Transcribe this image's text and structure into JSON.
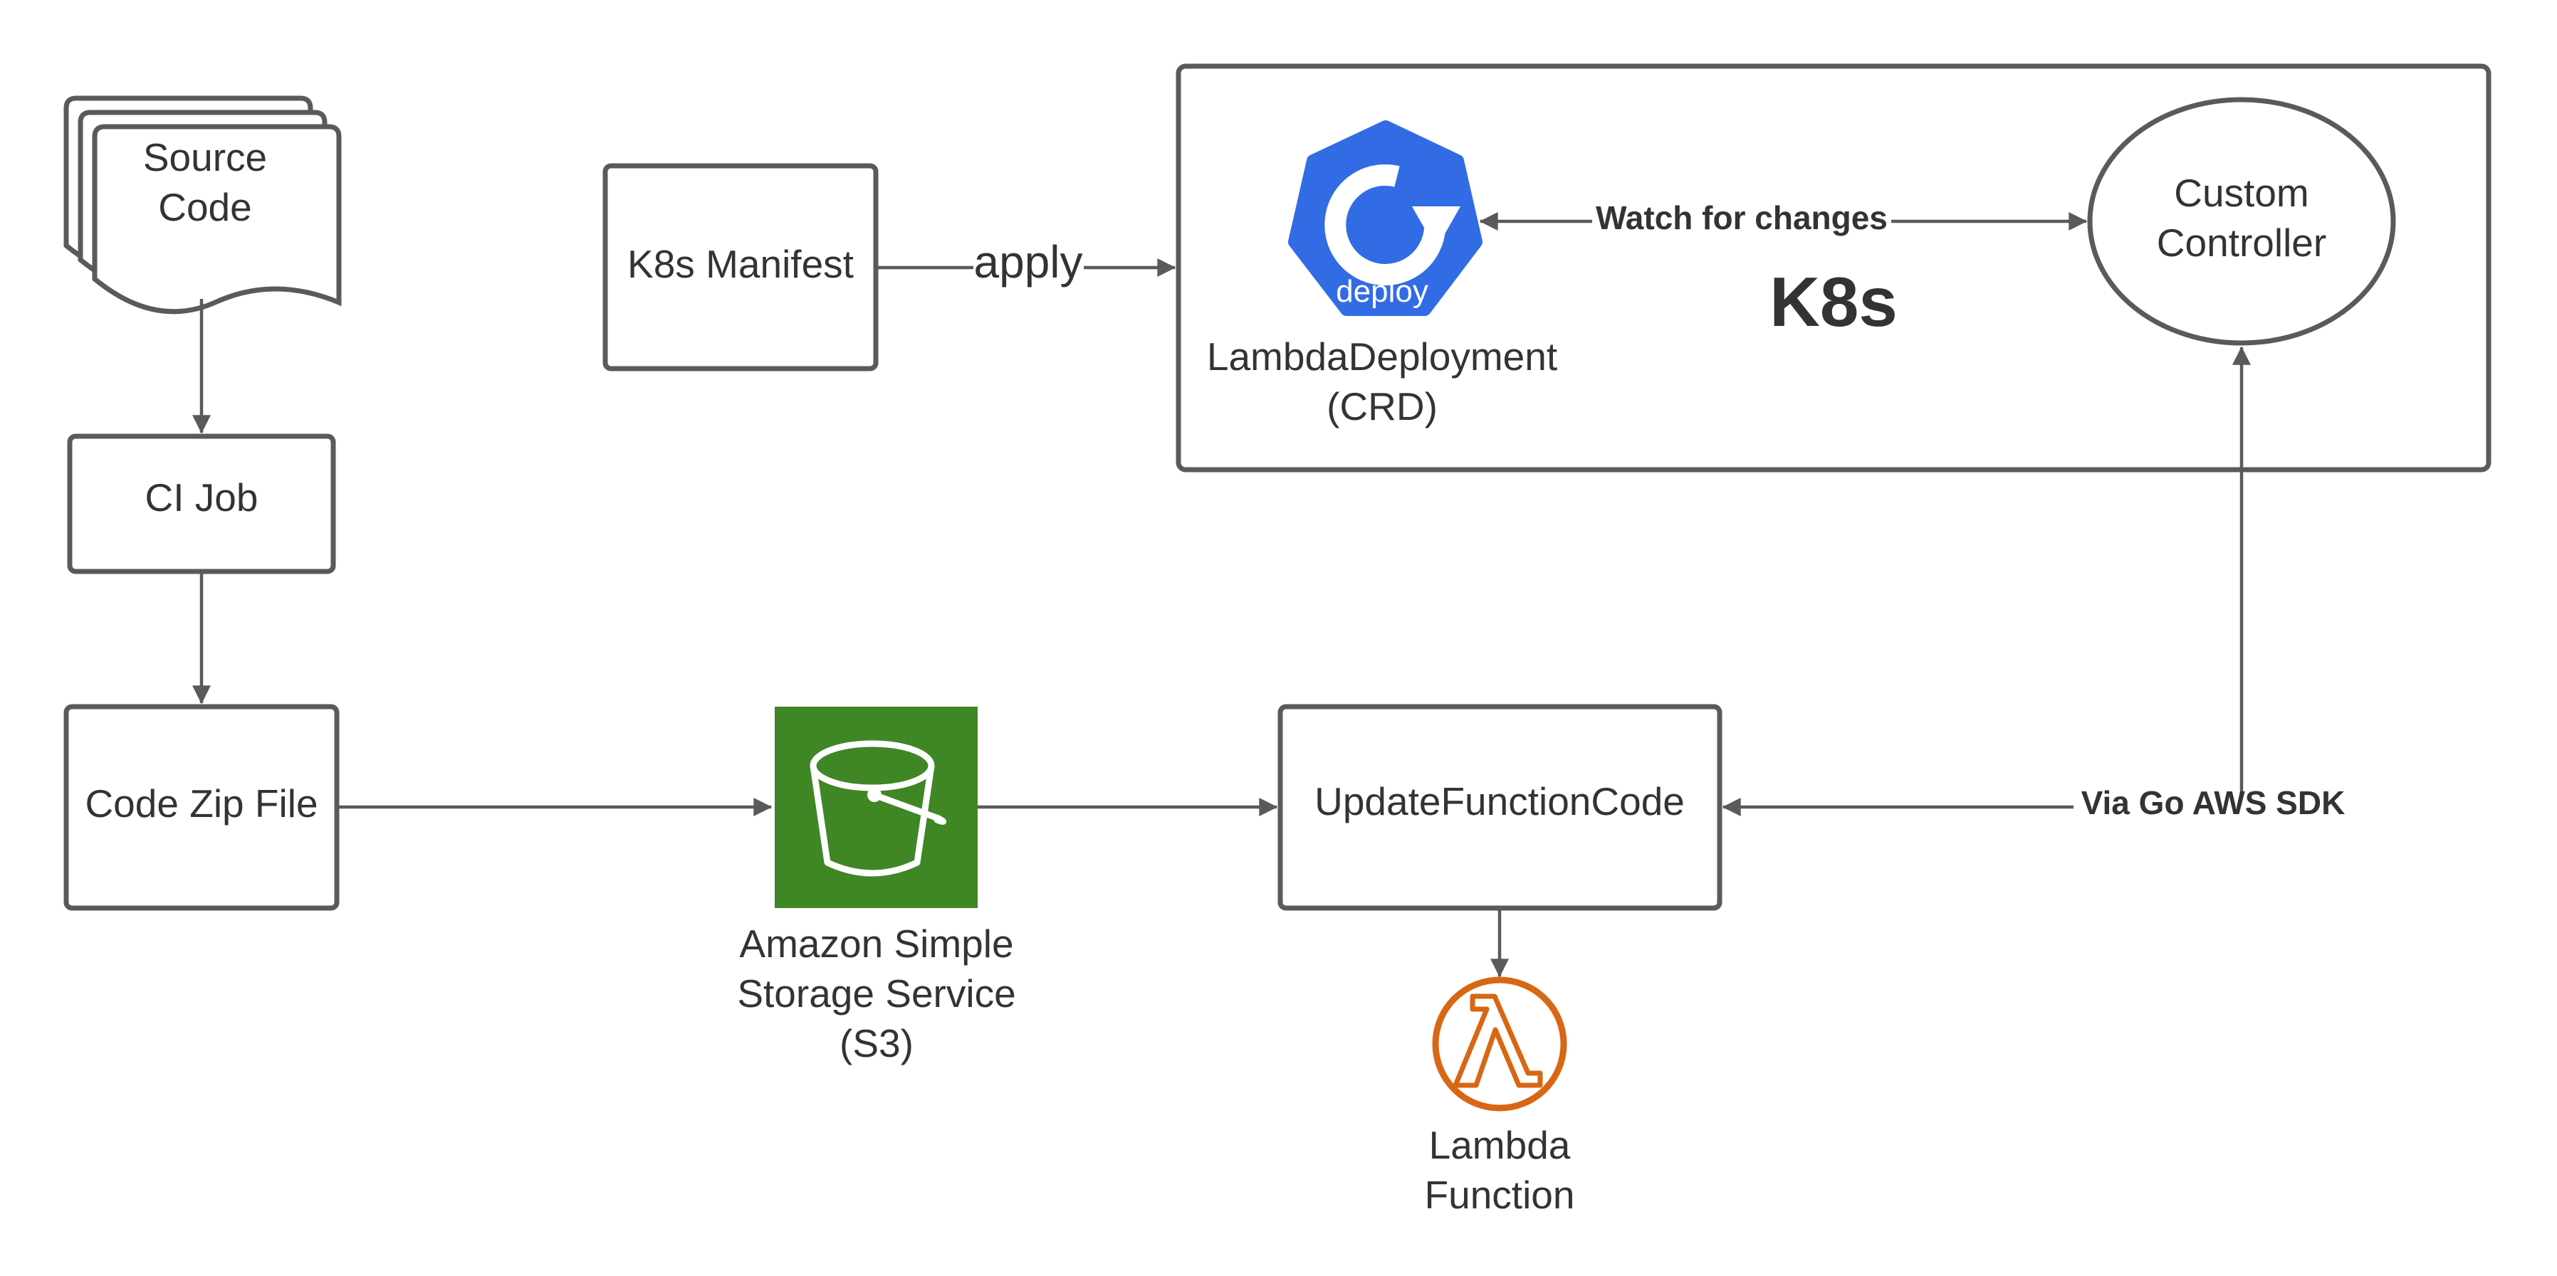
{
  "nodes": {
    "source_code": {
      "line1": "Source",
      "line2": "Code"
    },
    "ci_job": {
      "label": "CI Job"
    },
    "code_zip": {
      "label": "Code Zip File"
    },
    "k8s_manifest": {
      "label": "K8s Manifest"
    },
    "k8s_cluster": {
      "label": "K8s"
    },
    "lambda_deployment": {
      "icon_text": "deploy",
      "line1": "LambdaDeployment",
      "line2": "(CRD)"
    },
    "custom_controller": {
      "line1": "Custom",
      "line2": "Controller"
    },
    "s3": {
      "line1": "Amazon Simple",
      "line2": "Storage Service",
      "line3": "(S3)"
    },
    "update_function_code": {
      "label": "UpdateFunctionCode"
    },
    "lambda_function": {
      "line1": "Lambda",
      "line2": "Function"
    }
  },
  "edges": {
    "apply": "apply",
    "watch": "Watch for changes",
    "via_sdk": "Via Go AWS SDK"
  },
  "colors": {
    "deploy_icon": "#326ce5",
    "s3_icon": "#3f8624",
    "lambda_icon": "#d86613",
    "stroke": "#5a5a5a",
    "text": "#333333"
  }
}
